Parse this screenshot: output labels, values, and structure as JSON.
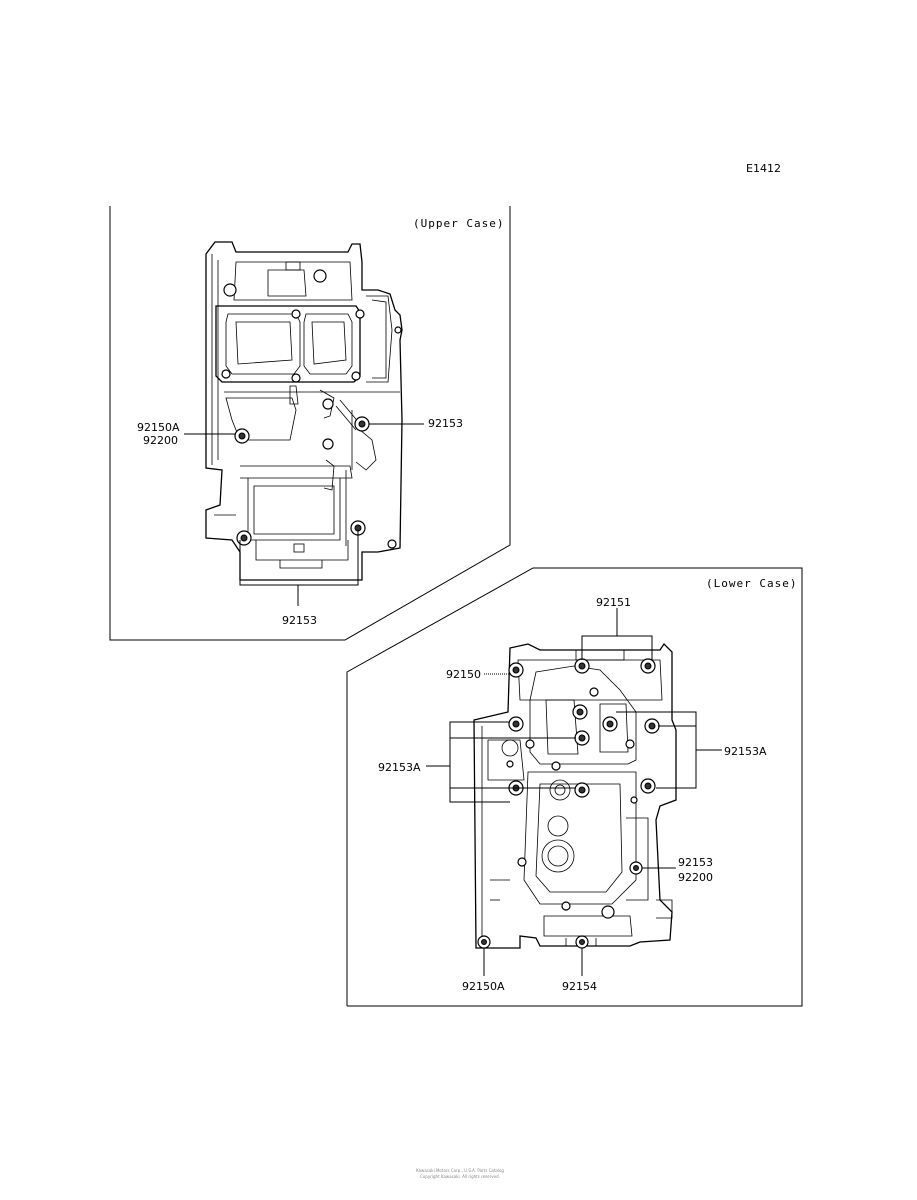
{
  "figure_code": "E1412",
  "upper_case": {
    "title": "(Upper Case)",
    "labels": {
      "left_top": "92150A",
      "left_bottom": "92200",
      "right": "92153",
      "bottom": "92153"
    }
  },
  "lower_case": {
    "title": "(Lower Case)",
    "labels": {
      "top": "92151",
      "top_left": "92150",
      "left": "92153A",
      "right": "92153A",
      "right_low_top": "92153",
      "right_low_bottom": "92200",
      "bottom_left": "92150A",
      "bottom_mid": "92154"
    }
  },
  "footer": {
    "line1": "Kawasaki Motors Corp., U.S.A. Parts Catalog",
    "line2": "Copyright Kawasaki. All rights reserved."
  }
}
